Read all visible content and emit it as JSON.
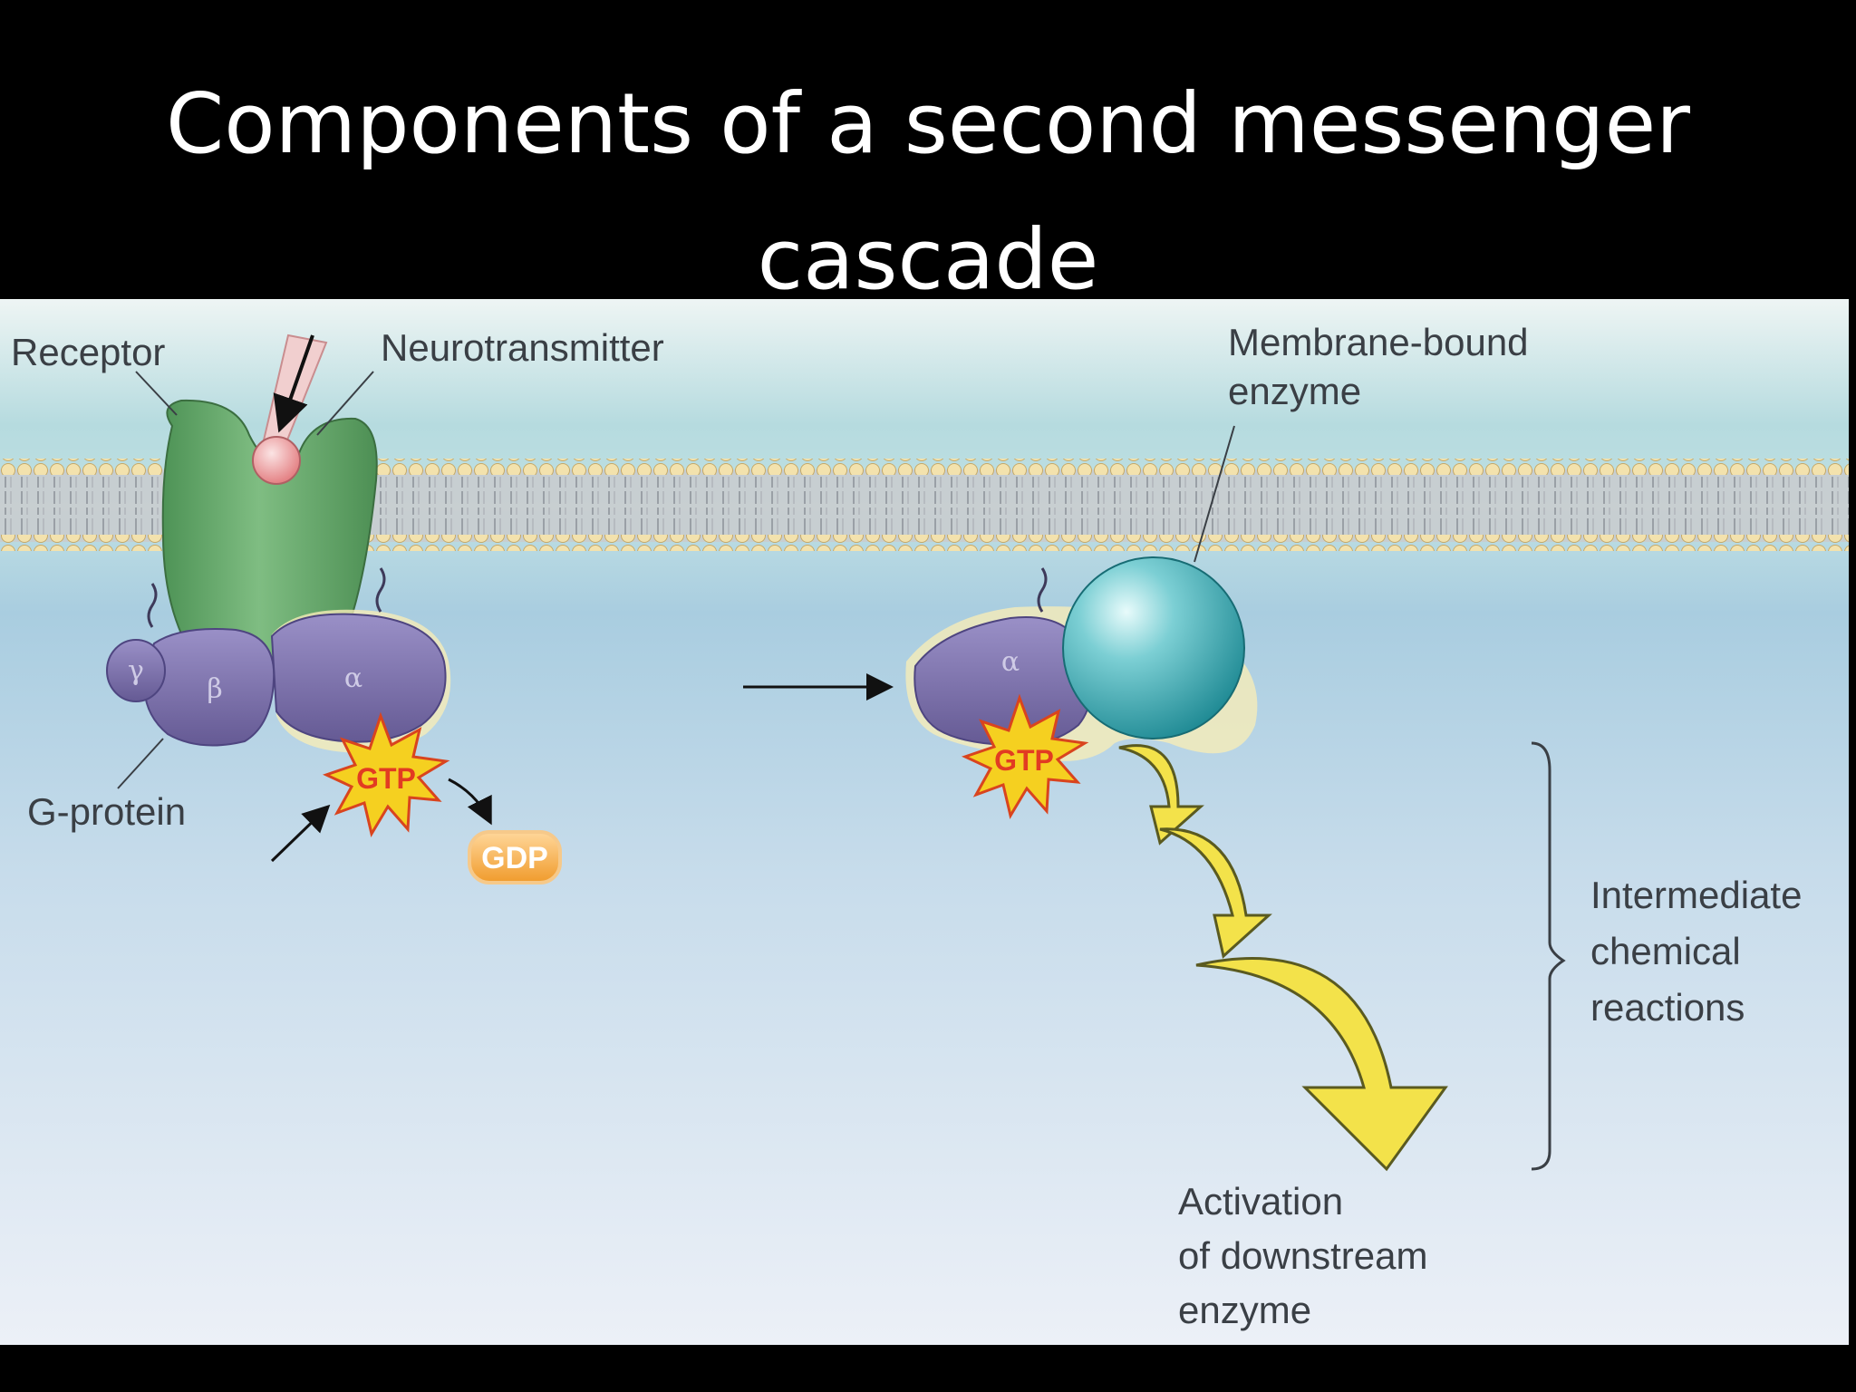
{
  "slide": {
    "title_line1": "Components of a second messenger",
    "title_line2": "cascade"
  },
  "diagram": {
    "labels": {
      "receptor": "Receptor",
      "neurotransmitter": "Neurotransmitter",
      "membrane_enzyme_line1": "Membrane-bound",
      "membrane_enzyme_line2": "enzyme",
      "g_protein": "G-protein",
      "gamma": "γ",
      "beta": "β",
      "alpha_left": "α",
      "alpha_right": "α",
      "gtp_left": "GTP",
      "gtp_right": "GTP",
      "gdp": "GDP",
      "intermediate_line1": "Intermediate",
      "intermediate_line2": "chemical",
      "intermediate_line3": "reactions",
      "activation_line1": "Activation",
      "activation_line2": "of downstream",
      "activation_line3": "enzyme"
    },
    "colors": {
      "background_top": "#b9dde0",
      "background_bottom": "#e9eef6",
      "receptor": "#5fa163",
      "g_protein": "#7b70a8",
      "enzyme": "#3aa5ae",
      "gtp_star": "#f5d020",
      "gdp": "#f2a232",
      "arrow_yellow": "#f3e24a"
    }
  }
}
